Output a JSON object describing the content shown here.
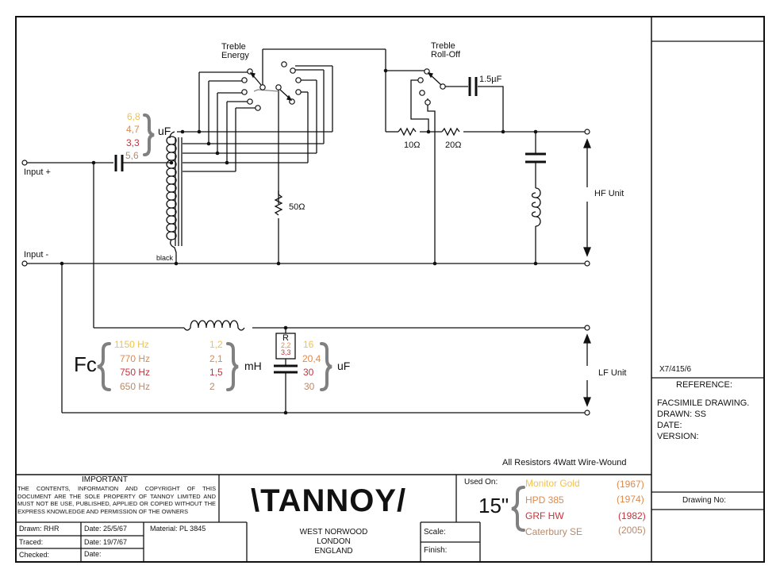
{
  "colors": {
    "c1": "#f2c14e",
    "c2": "#e0894a",
    "c3": "#c8323c",
    "c4": "#b78a6c",
    "brace": "#808080",
    "ink": "#111111"
  },
  "schematic": {
    "input_plus": "Input +",
    "input_minus": "Input -",
    "treble_energy": [
      "Treble",
      "Energy"
    ],
    "treble_rolloff": [
      "Treble",
      "Roll-Off"
    ],
    "cap_1_5": "1.5µF",
    "r10": "10Ω",
    "r20": "20Ω",
    "r50": "50Ω",
    "hf_unit": "HF Unit",
    "lf_unit": "LF Unit",
    "black": "black",
    "input_caps": {
      "values": [
        "6,8",
        "4,7",
        "3,3",
        "5,6"
      ],
      "unit": "uF"
    },
    "fc": {
      "label": "Fc",
      "freqs": [
        "1150 Hz",
        "770 Hz",
        "750 Hz",
        "650 Hz"
      ],
      "inductance": [
        "1,2",
        "2,1",
        "1,5",
        "2"
      ],
      "inductance_unit": "mH",
      "r_label": "R",
      "r_values": [
        "2,2",
        "3,3"
      ],
      "capacitance": [
        "16",
        "20,4",
        "30",
        "30"
      ],
      "capacitance_unit": "uF"
    },
    "resistors_note": "All Resistors 4Watt Wire-Wound"
  },
  "title_block": {
    "code": "X7/415/6",
    "reference_header": "REFERENCE:",
    "reference_lines": [
      "FACSIMILE DRAWING.",
      "DRAWN: SS",
      "DATE:",
      "VERSION:"
    ],
    "drawing_no": "Drawing No:",
    "important_header": "IMPORTANT",
    "important_text": "THE CONTENTS, INFORMATION AND COPYRIGHT OF THIS DOCUMENT ARE THE SOLE PROPERTY OF TANNOY LIMITED AND MUST NOT BE USE, PUBLISHED, APPLIED OR COPIED WITHOUT THE EXPRESS KNOWLEDGE AND PERMISSION OF THE OWNERS",
    "drawn": "Drawn: RHR",
    "drawn_date": "Date: 25/5/67",
    "traced": "Traced:",
    "traced_date": "Date: 19/7/67",
    "checked": "Checked:",
    "checked_date": "Date:",
    "material": "Material: PL 3845",
    "brand": "\\TANNOY/",
    "address": [
      "WEST NORWOOD",
      "LONDON",
      "ENGLAND"
    ],
    "scale": "Scale:",
    "finish": "Finish:",
    "used_on": "Used On:",
    "size": "15\"",
    "models": [
      {
        "name": "Monitor Gold",
        "year": "(1967)"
      },
      {
        "name": "HPD 385",
        "year": "(1974)"
      },
      {
        "name": "GRF  HW",
        "year": "(1982)"
      },
      {
        "name": "Caterbury  SE",
        "year": "(2005)"
      }
    ]
  }
}
